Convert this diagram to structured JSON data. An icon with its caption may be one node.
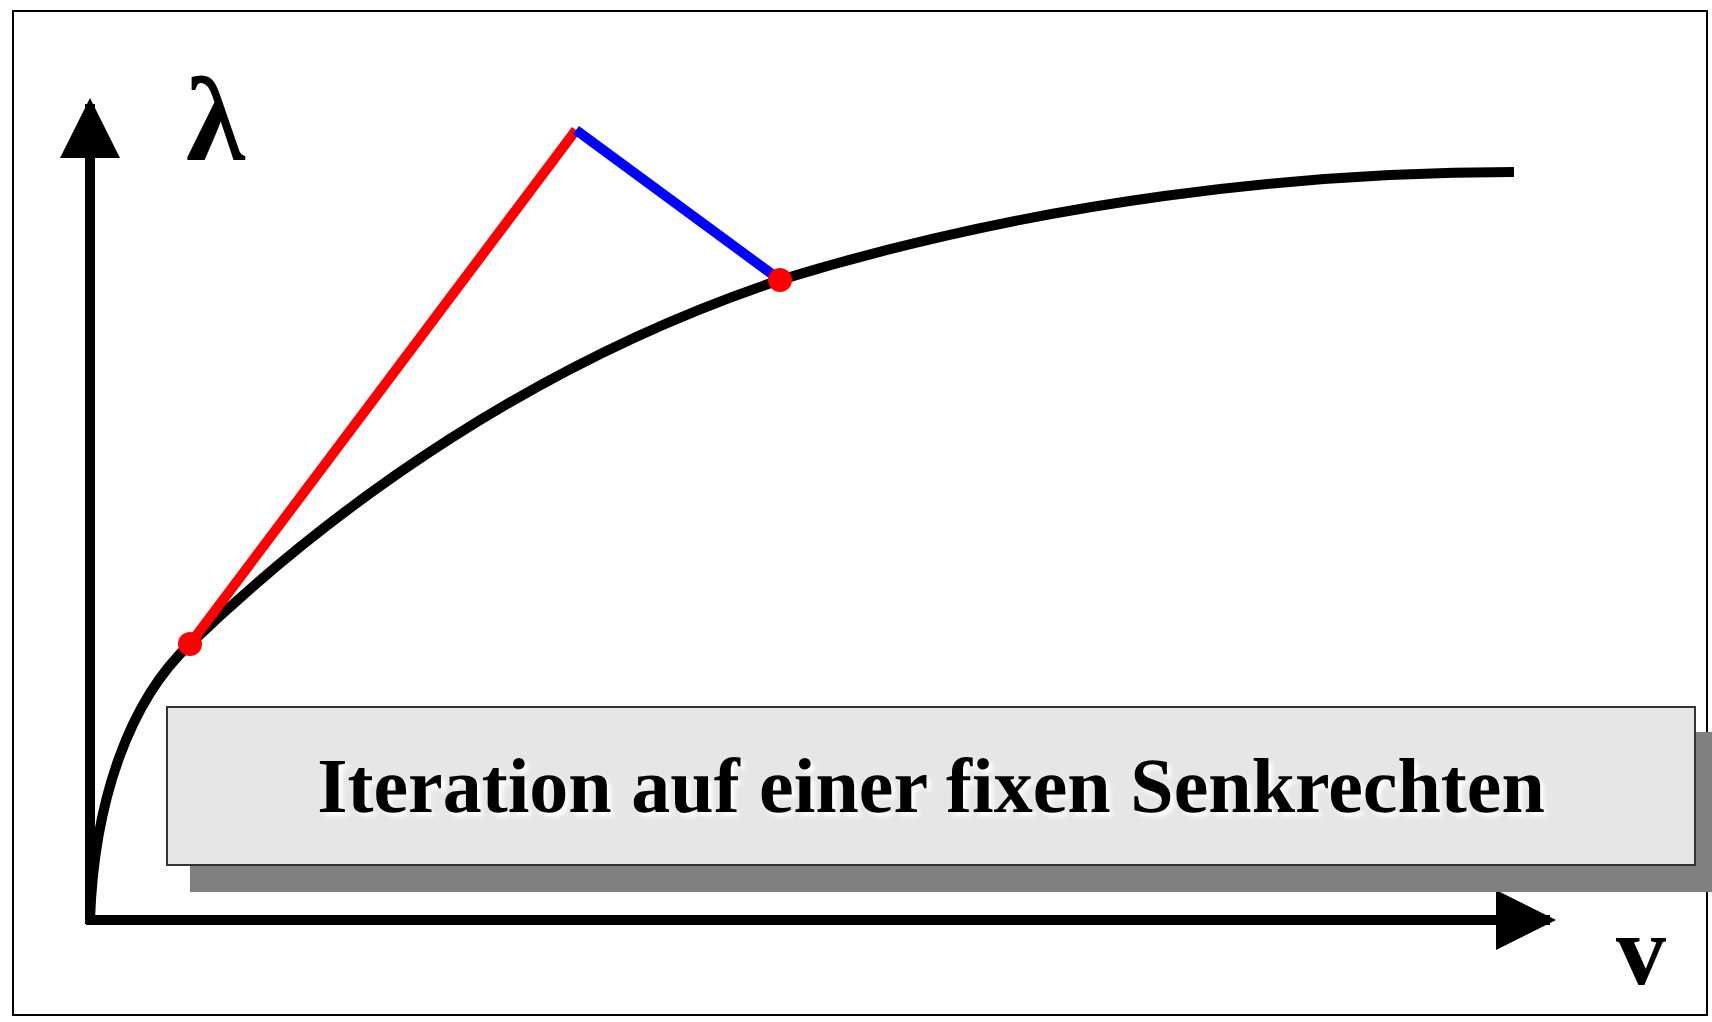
{
  "diagram": {
    "labels": [
      "λ",
      "Iteration auf einer fixen Senkrechten",
      "v"
    ]
  }
}
